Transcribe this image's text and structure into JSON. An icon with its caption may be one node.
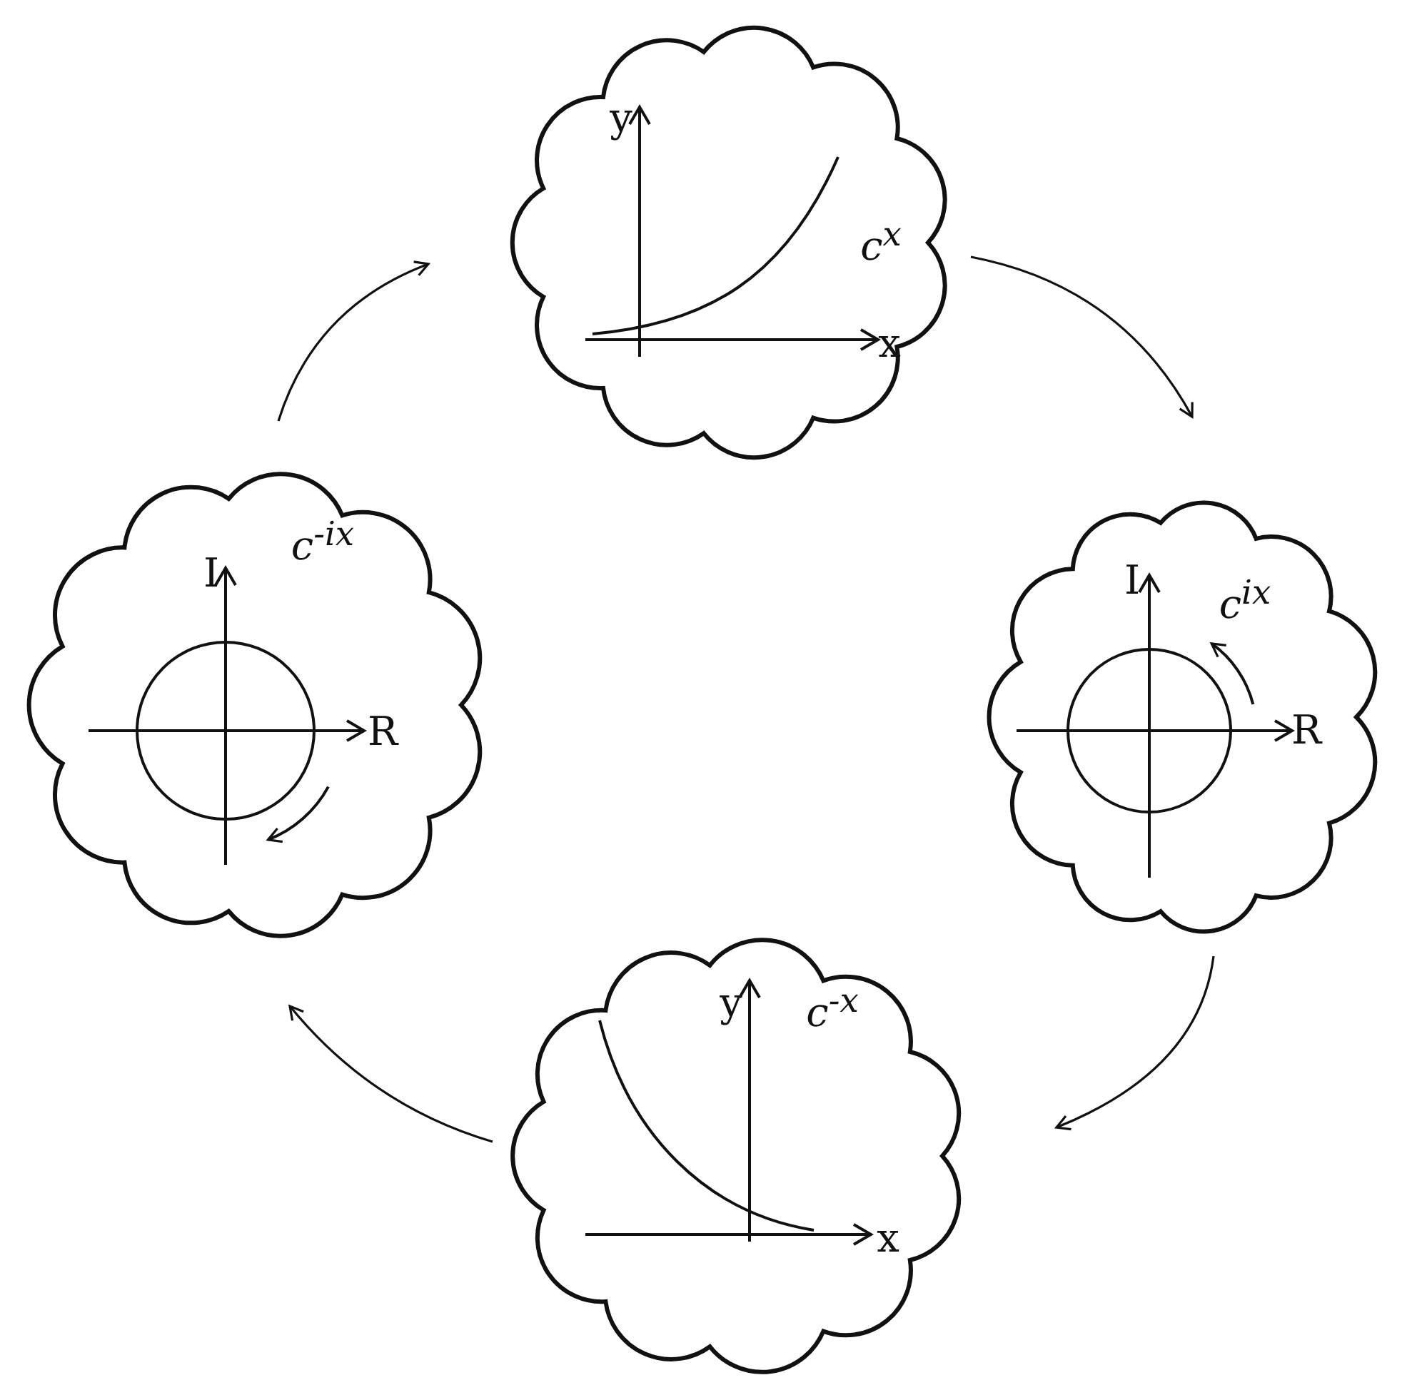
{
  "diagram": {
    "nodes": [
      {
        "text": [
          "y",
          "c$^{x}$",
          "x"
        ]
      },
      {
        "text": [
          "I",
          "c$^{ix}$",
          "R"
        ]
      },
      {
        "text": [
          "y",
          "c$^{-x}$",
          "x"
        ]
      },
      {
        "text": [
          "c$^{-ix}$",
          "I",
          "R"
        ]
      }
    ],
    "edges": [
      {
        "from": 0,
        "to": 1,
        "arrow": "to"
      },
      {
        "from": 1,
        "to": 2,
        "arrow": "to"
      },
      {
        "from": 2,
        "to": 3,
        "arrow": "to"
      },
      {
        "from": 3,
        "to": 0,
        "arrow": "to"
      }
    ]
  }
}
